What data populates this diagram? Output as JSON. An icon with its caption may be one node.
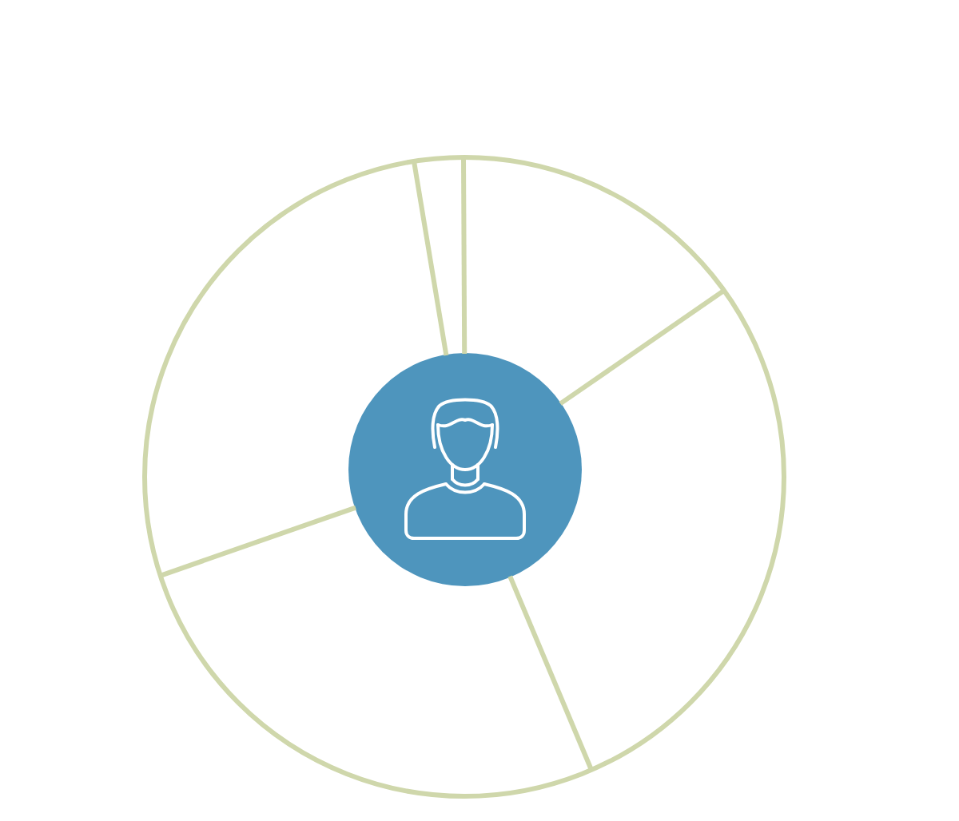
{
  "diagram": {
    "nodes": [
      {
        "text": [],
        "shape": "circle"
      },
      {
        "text": [],
        "shape": "circle",
        "in": 0
      }
    ],
    "edges": [
      {
        "from": 1,
        "to": 0,
        "arrow": "none"
      },
      {
        "from": 1,
        "to": 0,
        "arrow": "none"
      },
      {
        "from": 1,
        "to": 0,
        "arrow": "none"
      },
      {
        "from": 1,
        "to": 0,
        "arrow": "none"
      },
      {
        "from": 1,
        "to": 0,
        "arrow": "none"
      }
    ]
  }
}
